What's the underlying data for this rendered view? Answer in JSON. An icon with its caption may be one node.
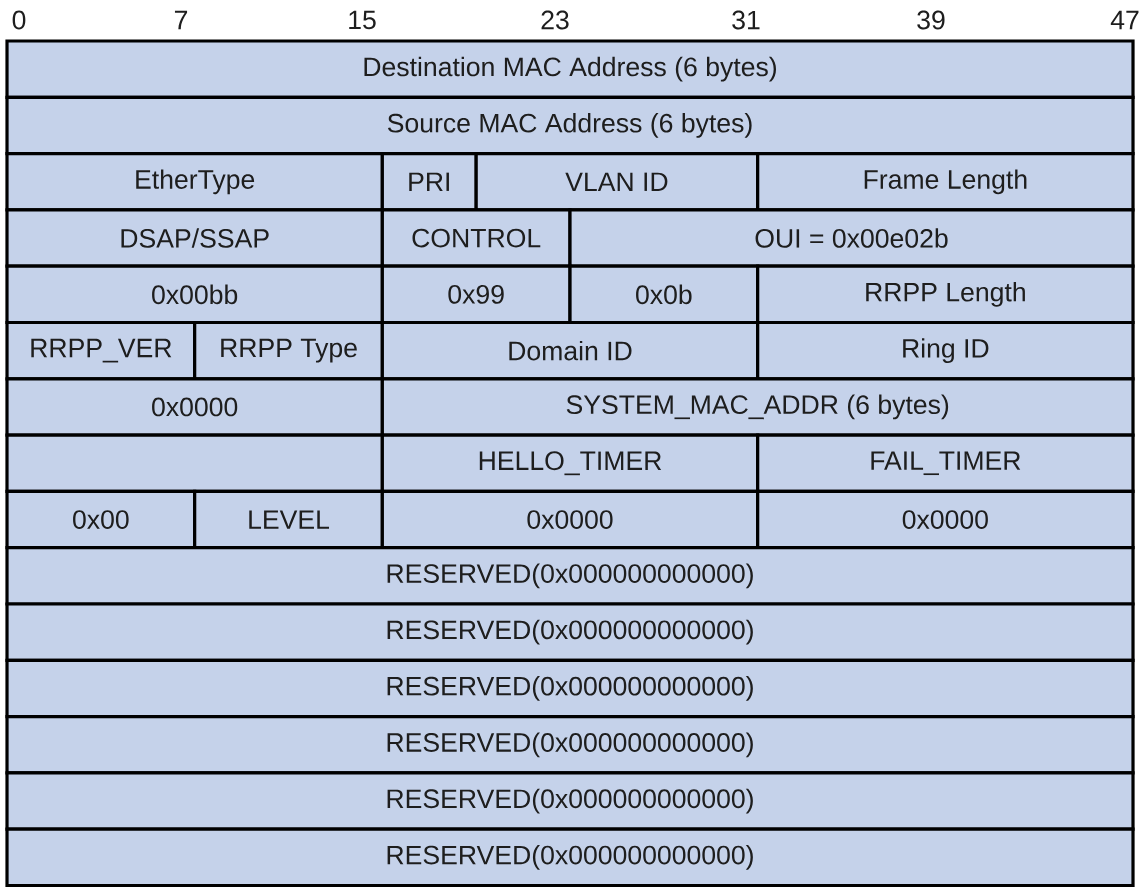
{
  "diagram": {
    "nodes": [
      {
        "text": [
          "Destination MAC Address (6 bytes)"
        ]
      },
      {
        "text": [
          "Source MAC Address (6 bytes)"
        ]
      },
      {
        "text": [
          "EtherType"
        ]
      },
      {
        "text": [
          "PRI"
        ]
      },
      {
        "text": [
          "VLAN ID"
        ]
      },
      {
        "text": [
          "Frame Length"
        ]
      },
      {
        "text": [
          "DSAP/SSAP"
        ]
      },
      {
        "text": [
          "CONTROL"
        ]
      },
      {
        "text": [
          "OUI = 0x00e02b"
        ]
      },
      {
        "text": [
          "0x00bb"
        ]
      },
      {
        "text": [
          "0x99"
        ]
      },
      {
        "text": [
          "0x0b"
        ]
      },
      {
        "text": [
          "RRPP Length"
        ]
      },
      {
        "text": [
          "RRPP_VER"
        ]
      },
      {
        "text": [
          "RRPP Type"
        ]
      },
      {
        "text": [
          "Domain ID"
        ]
      },
      {
        "text": [
          "Ring ID"
        ]
      },
      {
        "text": [
          "0x0000"
        ]
      },
      {
        "text": [
          "SYSTEM_MAC_ADDR (6 bytes)"
        ]
      },
      {
        "text": [],
        "shape": "box"
      },
      {
        "text": [
          "HELLO_TIMER"
        ]
      },
      {
        "text": [
          "FAIL_TIMER"
        ]
      },
      {
        "text": [
          "0x00"
        ]
      },
      {
        "text": [
          "LEVEL"
        ]
      },
      {
        "text": [
          "0x0000"
        ]
      },
      {
        "text": [
          "0x0000"
        ]
      },
      {
        "text": [
          "RESERVED(0x000000000000)"
        ]
      },
      {
        "text": [
          "RESERVED(0x000000000000)"
        ]
      },
      {
        "text": [
          "RESERVED(0x000000000000)"
        ]
      },
      {
        "text": [
          "RESERVED(0x000000000000)"
        ]
      },
      {
        "text": [
          "RESERVED(0x000000000000)"
        ]
      },
      {
        "text": [
          "RESERVED(0x000000000000)"
        ]
      }
    ],
    "labels": [
      "0",
      "7",
      "15",
      "23",
      "31",
      "39",
      "47"
    ]
  }
}
